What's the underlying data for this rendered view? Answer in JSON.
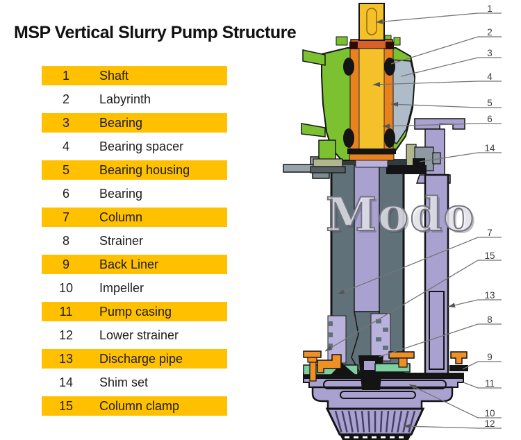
{
  "title": "MSP Vertical Slurry Pump Structure",
  "watermark": "Modo",
  "parts": [
    {
      "num": "1",
      "name": "Shaft",
      "highlight": true
    },
    {
      "num": "2",
      "name": "Labyrinth",
      "highlight": false
    },
    {
      "num": "3",
      "name": "Bearing",
      "highlight": true
    },
    {
      "num": "4",
      "name": "Bearing spacer",
      "highlight": false
    },
    {
      "num": "5",
      "name": "Bearing housing",
      "highlight": true
    },
    {
      "num": "6",
      "name": "Bearing",
      "highlight": false
    },
    {
      "num": "7",
      "name": "Column",
      "highlight": true
    },
    {
      "num": "8",
      "name": "Strainer",
      "highlight": false
    },
    {
      "num": "9",
      "name": "Back Liner",
      "highlight": true
    },
    {
      "num": "10",
      "name": "Impeller",
      "highlight": false
    },
    {
      "num": "11",
      "name": "Pump casing",
      "highlight": true
    },
    {
      "num": "12",
      "name": "Lower strainer",
      "highlight": false
    },
    {
      "num": "13",
      "name": "Discharge pipe",
      "highlight": true
    },
    {
      "num": "14",
      "name": "Shim set",
      "highlight": false
    },
    {
      "num": "15",
      "name": "Column clamp",
      "highlight": true
    }
  ],
  "colors": {
    "row_highlight": "#FFC000",
    "shaft_yellow": "#F5C12B",
    "sleeve_orange": "#E8821E",
    "housing_green": "#7CC230",
    "cover_gray_blue": "#AEBCCA",
    "column_slate": "#617179",
    "pipe_purple": "#A9A2D1",
    "liner_green": "#7ED0A0",
    "clamp_orange": "#EE9025",
    "outline": "#161616",
    "leader_line": "#757575"
  }
}
